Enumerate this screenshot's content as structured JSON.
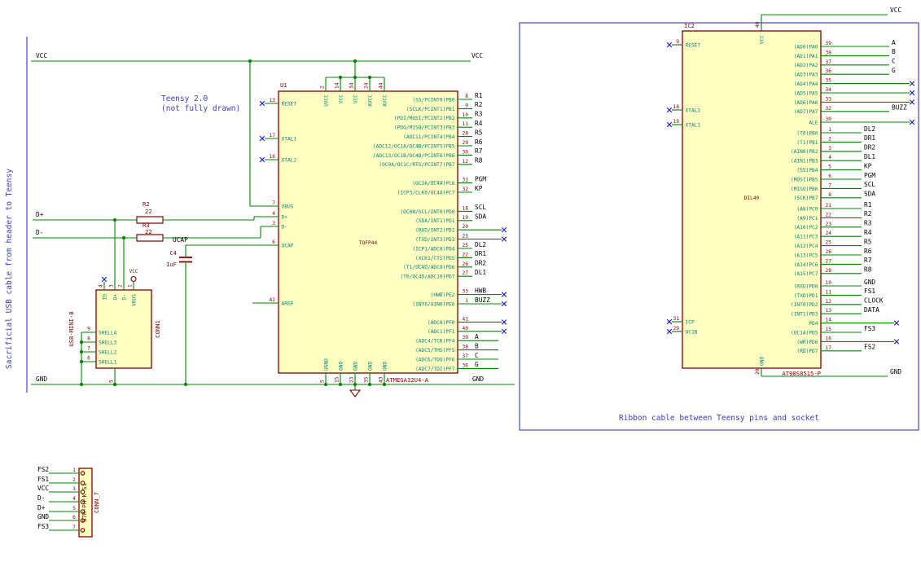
{
  "colors": {
    "wire_green": "#008400",
    "component_outline": "#840000",
    "component_fill": "#FFFFC2",
    "pin_name_teal": "#008484",
    "pin_number_red": "#840000",
    "note_blue": "#3C3CC8",
    "no_connect_blue": "#1A1ACC",
    "label_black": "#000000"
  },
  "notes": {
    "left_cable": "Sacrificial USB cable from header to Teensy",
    "teensy_line1": "Teensy 2.0",
    "teensy_line2": "(not fully drawn)",
    "ribbon": "Ribbon cable between Teensy pins and socket"
  },
  "rails": {
    "vcc_left": "VCC",
    "vcc_right": "VCC",
    "gnd_left": "GND",
    "gnd_right": "GND",
    "vcc_ic2": "VCC",
    "gnd_ic2": "GND"
  },
  "wire_labels": {
    "dplus": "D+",
    "dminus": "D-",
    "ucap": "UCAP"
  },
  "u1": {
    "ref": "U1",
    "footprint": "TQFP44",
    "part": "ATMEGA32U4-A",
    "left_pins": [
      {
        "num": "13",
        "name": "~RESET~",
        "nc": true
      },
      {
        "num": "17",
        "name": "XTAL1",
        "nc": true
      },
      {
        "num": "16",
        "name": "XTAL2",
        "nc": true
      },
      {
        "num": "7",
        "name": "VBUS"
      },
      {
        "num": "4",
        "name": "D+"
      },
      {
        "num": "3",
        "name": "D-"
      },
      {
        "num": "6",
        "name": "UCAP"
      },
      {
        "num": "42",
        "name": "AREF"
      }
    ],
    "top_pins": [
      {
        "num": "2",
        "name": "UVCC"
      },
      {
        "num": "14",
        "name": "VCC"
      },
      {
        "num": "34",
        "name": "VCC"
      },
      {
        "num": "24",
        "name": "AVCC"
      },
      {
        "num": "44",
        "name": "AVCC"
      }
    ],
    "bottom_pins": [
      {
        "num": "5",
        "name": "UGND"
      },
      {
        "num": "15",
        "name": "GND"
      },
      {
        "num": "23",
        "name": "GND"
      },
      {
        "num": "35",
        "name": "GND"
      },
      {
        "num": "43",
        "name": "GND"
      }
    ],
    "right_groups": [
      [
        {
          "num": "8",
          "name": "(SS/PCINT0)PB0",
          "label": "R1"
        },
        {
          "num": "9",
          "name": "(SCLK/PCINT1)PB1",
          "label": "R2"
        },
        {
          "num": "10",
          "name": "(PDI/MOSI/PCINT2)PB2",
          "label": "R3"
        },
        {
          "num": "11",
          "name": "(PDO/MISO/PCINT3)PB3",
          "label": "R4"
        },
        {
          "num": "28",
          "name": "(ADC11/PCINT4)PB4",
          "label": "R5"
        },
        {
          "num": "29",
          "name": "(ADC12/OC1A/OC4B/PCINT5)PB5",
          "label": "R6"
        },
        {
          "num": "30",
          "name": "(ADC13/OC1B/OC4B/PCINT6)PB6",
          "label": "R7"
        },
        {
          "num": "12",
          "name": "(OC0A/OC1C/~RTS~/PCINT7)PB7",
          "label": "R8"
        }
      ],
      [
        {
          "num": "31",
          "name": "(OC3A/~OC4A~)PC6",
          "label": "PGM"
        },
        {
          "num": "32",
          "name": "(ICP3/CLK0/OC4A)PC7",
          "label": "KP"
        }
      ],
      [
        {
          "num": "18",
          "name": "(OC0B/SCL/INT0)PD0",
          "label": "SCL"
        },
        {
          "num": "19",
          "name": "(SDA/INT1)PD1",
          "label": "SDA"
        },
        {
          "num": "20",
          "name": "(RXD/INT2)PD2",
          "nc": true
        },
        {
          "num": "21",
          "name": "(TXD/INT3)PD3",
          "nc": true
        },
        {
          "num": "25",
          "name": "(ICP1/ADC8)PD4",
          "label": "DL2"
        },
        {
          "num": "22",
          "name": "(XCK1/~CTS~)PD5",
          "label": "DR1"
        },
        {
          "num": "26",
          "name": "(T1/~OC4D~/ADC9)PD6",
          "label": "DR2"
        },
        {
          "num": "27",
          "name": "(T0/OC4D/ADC10)PD7",
          "label": "DL1"
        }
      ],
      [
        {
          "num": "33",
          "name": "(~HWB~)PE2",
          "label": "HWB",
          "nc": true
        },
        {
          "num": "1",
          "name": "(INT6/AIN0)PE6",
          "label": "BUZZ",
          "nc": true
        }
      ],
      [
        {
          "num": "41",
          "name": "(ADC0)PF0",
          "nc": true
        },
        {
          "num": "40",
          "name": "(ADC1)PF1",
          "nc": true
        },
        {
          "num": "39",
          "name": "(ADC4/TCK)PF4",
          "label": "A",
          "long": true
        },
        {
          "num": "38",
          "name": "(ADC5/TMS)PF5",
          "label": "B",
          "long": true
        },
        {
          "num": "37",
          "name": "(ADC6/TDO)PF6",
          "label": "C",
          "long": true
        },
        {
          "num": "36",
          "name": "(ADC7/TDI)PF7",
          "label": "G",
          "long": true
        }
      ]
    ]
  },
  "ic2": {
    "ref": "IC2",
    "footprint": "DIL40",
    "part": "AT90S8515-P",
    "left_pins": [
      {
        "num": "9",
        "name": "~RESET~",
        "nc": true
      },
      {
        "num": "18",
        "name": "XTAL2",
        "nc": true
      },
      {
        "num": "19",
        "name": "XTAL1",
        "nc": true
      },
      {
        "num": "31",
        "name": "ICP",
        "nc": true
      },
      {
        "num": "29",
        "name": "OC1B",
        "nc": true
      }
    ],
    "top_pin": {
      "num": "40",
      "name": "VCC"
    },
    "bottom_pin": {
      "num": "20",
      "name": "GND"
    },
    "right_groups": [
      [
        {
          "num": "39",
          "name": "(AD0)PA0",
          "label": "A"
        },
        {
          "num": "38",
          "name": "(AD1)PA1",
          "label": "B"
        },
        {
          "num": "37",
          "name": "(AD2)PA2",
          "label": "C"
        },
        {
          "num": "36",
          "name": "(AD3)PA3",
          "label": "G"
        },
        {
          "num": "35",
          "name": "(AD4)PA4",
          "nc": true
        },
        {
          "num": "34",
          "name": "(AD5)PA5",
          "nc": true
        },
        {
          "num": "33",
          "name": "(AD6)PA6",
          "nc": true
        },
        {
          "num": "32",
          "name": "(AD7)PA7",
          "label": "BUZZ"
        }
      ],
      [
        {
          "num": "30",
          "name": "ALE",
          "nc": true
        }
      ],
      [
        {
          "num": "1",
          "name": "(T0)PB0",
          "label": "DL2"
        },
        {
          "num": "2",
          "name": "(T1)PB1",
          "label": "DR1"
        },
        {
          "num": "3",
          "name": "(AIN0)PB2",
          "label": "DR2"
        },
        {
          "num": "4",
          "name": "(AIN1)PB3",
          "label": "DL1"
        },
        {
          "num": "5",
          "name": "(~SS~)PB4",
          "label": "KP"
        },
        {
          "num": "6",
          "name": "(MOSI)PB5",
          "label": "PGM"
        },
        {
          "num": "7",
          "name": "(MISO)PB6",
          "label": "SCL"
        },
        {
          "num": "8",
          "name": "(SCK)PB7",
          "label": "SDA"
        }
      ],
      [
        {
          "num": "21",
          "name": "(A8)PC0",
          "label": "R1"
        },
        {
          "num": "22",
          "name": "(A9)PC1",
          "label": "R2"
        },
        {
          "num": "23",
          "name": "(A10)PC2",
          "label": "R3"
        },
        {
          "num": "24",
          "name": "(A11)PC3",
          "label": "R4"
        },
        {
          "num": "25",
          "name": "(A12)PC4",
          "label": "R5"
        },
        {
          "num": "26",
          "name": "(A13)PC5",
          "label": "R6"
        },
        {
          "num": "27",
          "name": "(A14)PC6",
          "label": "R7"
        },
        {
          "num": "28",
          "name": "(A15)PC7",
          "label": "R8"
        }
      ],
      [
        {
          "num": "10",
          "name": "(RXD)PD0",
          "label": "GND"
        },
        {
          "num": "11",
          "name": "(TXD)PD1",
          "label": "FS1"
        },
        {
          "num": "12",
          "name": "(INT0)PD2",
          "label": "CLOCK"
        },
        {
          "num": "13",
          "name": "(INT1)PD3",
          "label": "DATA"
        },
        {
          "num": "14",
          "name": "PD4",
          "nc": true
        },
        {
          "num": "15",
          "name": "(OC1A)PD5",
          "label": "FS3"
        },
        {
          "num": "16",
          "name": "(~WR~)PD6",
          "nc": true
        },
        {
          "num": "17",
          "name": "(~RD~)PD7",
          "label": "FS2"
        }
      ]
    ]
  },
  "usb": {
    "ref": "CONN1",
    "value": "USB-MINI-B",
    "top_pins": [
      {
        "num": "4",
        "name": "ID",
        "nc": true
      },
      {
        "num": "3",
        "name": "D+"
      },
      {
        "num": "2",
        "name": "D-"
      },
      {
        "num": "1",
        "name": "VBUS",
        "power": "VCC"
      }
    ],
    "shell_pins": [
      {
        "num": "9",
        "name": "SHELL4"
      },
      {
        "num": "8",
        "name": "SHELL3"
      },
      {
        "num": "7",
        "name": "SHELL2"
      },
      {
        "num": "6",
        "name": "SHELL1"
      }
    ],
    "bottom_pin": {
      "num": "5"
    }
  },
  "conn7": {
    "ref": "CONN_7",
    "value": "B7K-PH-K-S1",
    "pins": [
      {
        "num": "1",
        "label": "FS2"
      },
      {
        "num": "2",
        "label": "FS1"
      },
      {
        "num": "3",
        "label": "VCC"
      },
      {
        "num": "4",
        "label": "D-"
      },
      {
        "num": "5",
        "label": "D+"
      },
      {
        "num": "6",
        "label": "GND"
      },
      {
        "num": "7",
        "label": "FS3"
      }
    ]
  },
  "r2": {
    "ref": "R2",
    "value": "22"
  },
  "r3": {
    "ref": "R3",
    "value": "22"
  },
  "c4": {
    "ref": "C4",
    "value": "1uF"
  }
}
